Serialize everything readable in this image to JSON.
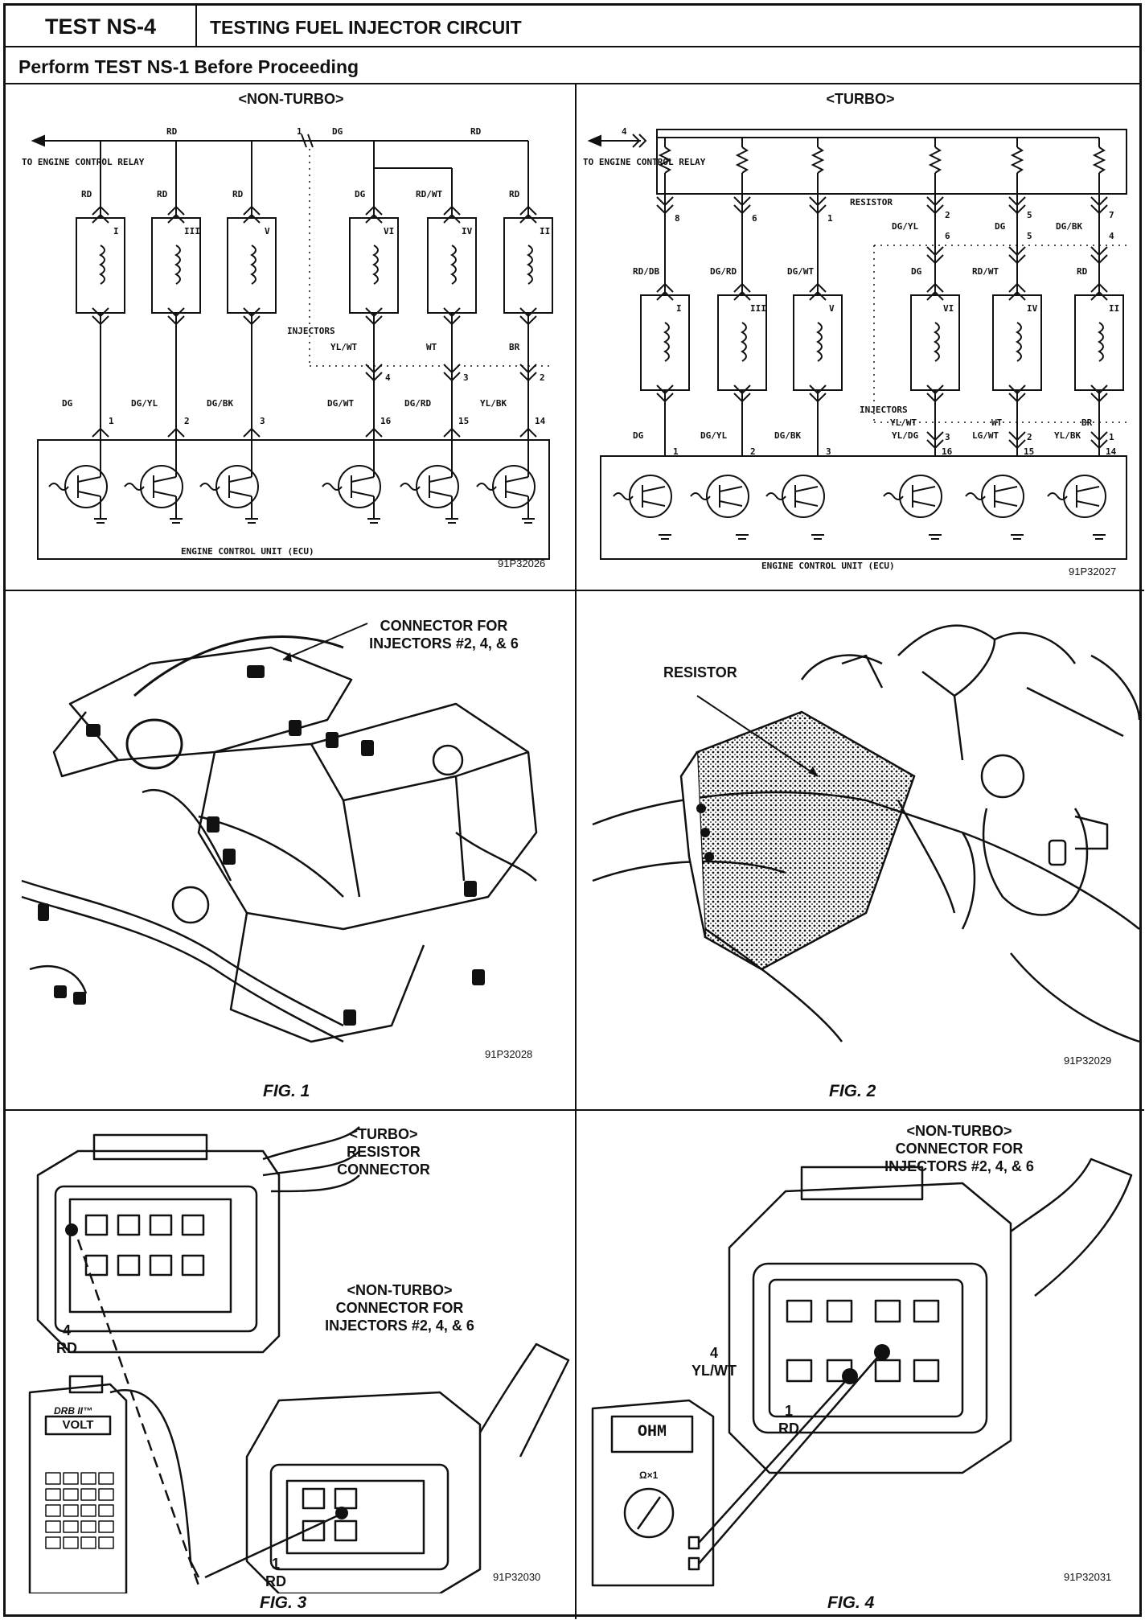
{
  "header": {
    "test_id": "TEST NS-4",
    "title": "TESTING FUEL INJECTOR CIRCUIT",
    "prerequisite": "Perform TEST NS-1 Before Proceeding"
  },
  "panels": {
    "non_turbo_schematic": {
      "title": "<NON-TURBO>",
      "to_relay": "TO ENGINE CONTROL RELAY",
      "injectors_label": "INJECTORS",
      "ecu_label": "ENGINE CONTROL UNIT (ECU)",
      "code": "91P32026",
      "injectors": [
        {
          "num": "I",
          "top_wire": "RD",
          "bottom_wire": "DG",
          "ecu_pin": "1"
        },
        {
          "num": "III",
          "top_wire": "RD",
          "bottom_wire": "DG/YL",
          "ecu_pin": "2"
        },
        {
          "num": "V",
          "top_wire": "RD",
          "bottom_wire": "DG/BK",
          "ecu_pin": "3"
        },
        {
          "num": "VI",
          "top_wire": "DG",
          "mid_wire": "YL/WT",
          "bottom_wire": "DG/WT",
          "conn_pin": "4",
          "ecu_pin": "16"
        },
        {
          "num": "IV",
          "top_wire": "RD/WT",
          "mid_wire": "WT",
          "bottom_wire": "DG/RD",
          "conn_pin": "3",
          "ecu_pin": "15"
        },
        {
          "num": "II",
          "top_wire": "RD",
          "mid_wire": "BR",
          "bottom_wire": "YL/BK",
          "conn_pin": "2",
          "ecu_pin": "14"
        }
      ],
      "bus_labels": [
        "RD",
        "1",
        "DG",
        "RD"
      ]
    },
    "turbo_schematic": {
      "title": "<TURBO>",
      "to_relay": "TO ENGINE CONTROL RELAY",
      "resistor_label": "RESISTOR",
      "injectors_label": "INJECTORS",
      "ecu_label": "ENGINE CONTROL UNIT (ECU)",
      "code": "91P32027",
      "relay_pin": "4",
      "injectors": [
        {
          "num": "I",
          "res_pin": "8",
          "top_wire": "RD/DB",
          "bottom_wire": "DG",
          "ecu_pin": "1"
        },
        {
          "num": "III",
          "res_pin": "6",
          "top_wire": "DG/RD",
          "bottom_wire": "DG/YL",
          "ecu_pin": "2"
        },
        {
          "num": "V",
          "res_pin": "1",
          "top_wire": "DG/WT",
          "bottom_wire": "DG/BK",
          "ecu_pin": "3"
        },
        {
          "num": "VI",
          "res_pin": "2",
          "res_pin2": "6",
          "res_wire": "DG/YL",
          "top_wire": "DG",
          "mid_wire": "YL/WT",
          "bottom_wire": "YL/DG",
          "conn_pin": "3",
          "ecu_pin": "16"
        },
        {
          "num": "IV",
          "res_pin": "5",
          "res_pin2": "5",
          "res_wire": "DG",
          "top_wire": "RD/WT",
          "mid_wire": "WT",
          "bottom_wire": "LG/WT",
          "conn_pin": "2",
          "ecu_pin": "15"
        },
        {
          "num": "II",
          "res_pin": "7",
          "res_pin2": "4",
          "res_wire": "DG/BK",
          "top_wire": "RD",
          "mid_wire": "BR",
          "bottom_wire": "YL/BK",
          "conn_pin": "1",
          "ecu_pin": "14"
        }
      ]
    },
    "fig1": {
      "caption": "FIG. 1",
      "callout": "CONNECTOR FOR INJECTORS #2, 4, & 6",
      "code": "91P32028"
    },
    "fig2": {
      "caption": "FIG. 2",
      "callout": "RESISTOR",
      "code": "91P32029"
    },
    "fig3": {
      "caption": "FIG. 3",
      "callout_top": "<TURBO> RESISTOR CONNECTOR",
      "callout_mid": "<NON-TURBO> CONNECTOR FOR INJECTORS #2, 4, & 6",
      "pin_a": "4 RD",
      "pin_b": "1 RD",
      "tool_brand": "DRB II™",
      "tool_mode": "VOLT",
      "code": "91P32030"
    },
    "fig4": {
      "caption": "FIG. 4",
      "callout": "<NON-TURBO> CONNECTOR FOR INJECTORS #2, 4, & 6",
      "pin_a": "4 YL/WT",
      "pin_b": "1 RD",
      "meter_mode": "OHM",
      "meter_scale": "Ω×1",
      "code": "91P32031"
    }
  }
}
